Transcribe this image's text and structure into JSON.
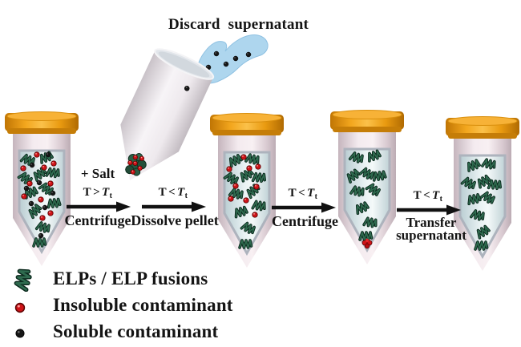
{
  "title": "Discard supernatant",
  "steps": [
    {
      "pre_label": "+ Salt",
      "temp": {
        "lead": "T",
        "op": ">",
        "var": "T",
        "sub": "t"
      },
      "action_lines": [
        "Centrifuge",
        ""
      ]
    },
    {
      "pre_label": "",
      "temp": {
        "lead": "T",
        "op": "<",
        "var": "T",
        "sub": "t"
      },
      "action_lines": [
        "Dissolve pellet",
        ""
      ]
    },
    {
      "pre_label": "",
      "temp": {
        "lead": "T",
        "op": "<",
        "var": "T",
        "sub": "t"
      },
      "action_lines": [
        "Centrifuge",
        ""
      ]
    },
    {
      "pre_label": "",
      "temp": {
        "lead": "T",
        "op": "<",
        "var": "T",
        "sub": "t"
      },
      "action_lines": [
        "Transfer",
        "supernatant"
      ]
    }
  ],
  "legend": {
    "items": [
      {
        "icon": "elp-spring-icon",
        "label": "ELPs / ELP fusions"
      },
      {
        "icon": "insoluble-contaminant-icon",
        "label": "Insoluble contaminant"
      },
      {
        "icon": "soluble-contaminant-icon",
        "label": "Soluble contaminant"
      }
    ]
  },
  "colors": {
    "elp_green": "#2f6b4f",
    "insoluble_red": "#cf1418",
    "soluble_black": "#161616",
    "cap_orange": "#f0a31c",
    "supernatant_blue": "#aed6ee",
    "tube_body_pink": "#f2e8ec",
    "tube_liquid": "#dce9ea"
  }
}
